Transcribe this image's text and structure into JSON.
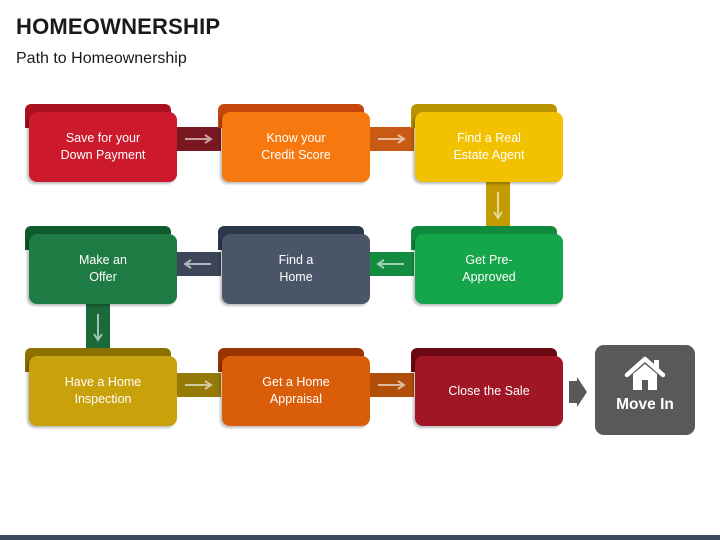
{
  "title": "HOMEOWNERSHIP",
  "subtitle": "Path to Homeownership",
  "steps": [
    {
      "label": "Save for your\nDown Payment",
      "tab": "#a8111f",
      "face": "#cc1a2c",
      "connector_next": "right",
      "conn_color": "#7a1822"
    },
    {
      "label": "Know your\nCredit Score",
      "tab": "#c4470d",
      "face": "#f6780f",
      "connector_next": "right",
      "conn_color": "#c85a14"
    },
    {
      "label": "Find a Real\nEstate Agent",
      "tab": "#b89400",
      "face": "#f2c200",
      "connector_next": "down",
      "conn_color": "#c29c00"
    },
    {
      "label": "Get Pre-\nApproved",
      "tab": "#108a3e",
      "face": "#15a54a",
      "connector_next": "left",
      "conn_color": "#138c3f"
    },
    {
      "label": "Find a\nHome",
      "tab": "#2c394d",
      "face": "#4a5568",
      "connector_next": "left",
      "conn_color": "#3b4659"
    },
    {
      "label": "Make an\nOffer",
      "tab": "#0f5a2d",
      "face": "#1e7b43",
      "connector_next": "down",
      "conn_color": "#1a6a39"
    },
    {
      "label": "Have a Home\nInspection",
      "tab": "#8c7000",
      "face": "#c9a10b",
      "connector_next": "right",
      "conn_color": "#957a08"
    },
    {
      "label": "Get a Home\nAppraisal",
      "tab": "#993400",
      "face": "#da5d0a",
      "connector_next": "right",
      "conn_color": "#b14e0a"
    },
    {
      "label": "Close the Sale",
      "tab": "#6b0a12",
      "face": "#a11624",
      "connector_next": "final",
      "conn_color": "#5a5a5a"
    }
  ],
  "final": {
    "label": "Move In",
    "icon": "house-icon",
    "color": "#595959"
  }
}
